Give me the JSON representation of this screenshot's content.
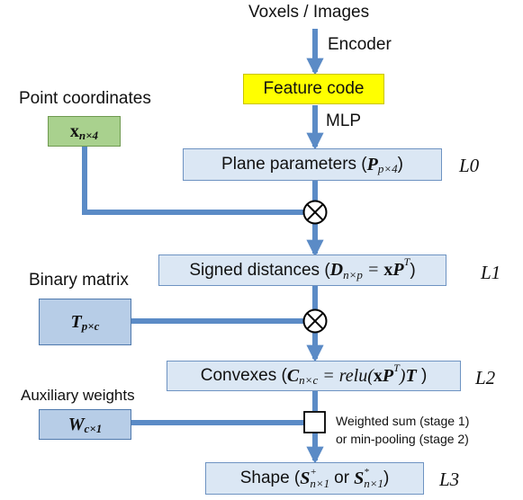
{
  "inputs": {
    "top": "Voxels / Images",
    "point_coords": "Point coordinates",
    "binary_matrix": "Binary matrix",
    "aux_weights": "Auxiliary weights"
  },
  "edges": {
    "encoder": "Encoder",
    "mlp": "MLP"
  },
  "boxes": {
    "feature_code": "Feature code",
    "plane_params": "Plane parameters (",
    "signed_dist": "Signed distances (",
    "convexes": "Convexes (",
    "shape": "Shape ("
  },
  "math": {
    "x_var": "x",
    "x_sub": "n×4",
    "P_var": "P",
    "P_sub": "p×4",
    "D_var": "D",
    "D_sub": "n×p",
    "eq": "=",
    "T_var": "T",
    "T_sub": "p×c",
    "T_sup": "T",
    "C_var": "C",
    "C_sub": "n×c",
    "relu": "relu",
    "W_var": "W",
    "W_sub": "c×1",
    "S_var": "S",
    "S_plus": "+",
    "S_star": "*",
    "S_sub": "n×1",
    "or": "or"
  },
  "layers": {
    "L0": "L0",
    "L1": "L1",
    "L2": "L2",
    "L3": "L3"
  },
  "notes": {
    "line1": "Weighted sum (stage 1)",
    "line2": "or min-pooling (stage 2)"
  },
  "colors": {
    "arrow": "#5b8bc6",
    "box_light": "#dbe7f4",
    "box_dark": "#b7cde7",
    "green": "#a9d18e",
    "yellow": "#ffff00"
  }
}
